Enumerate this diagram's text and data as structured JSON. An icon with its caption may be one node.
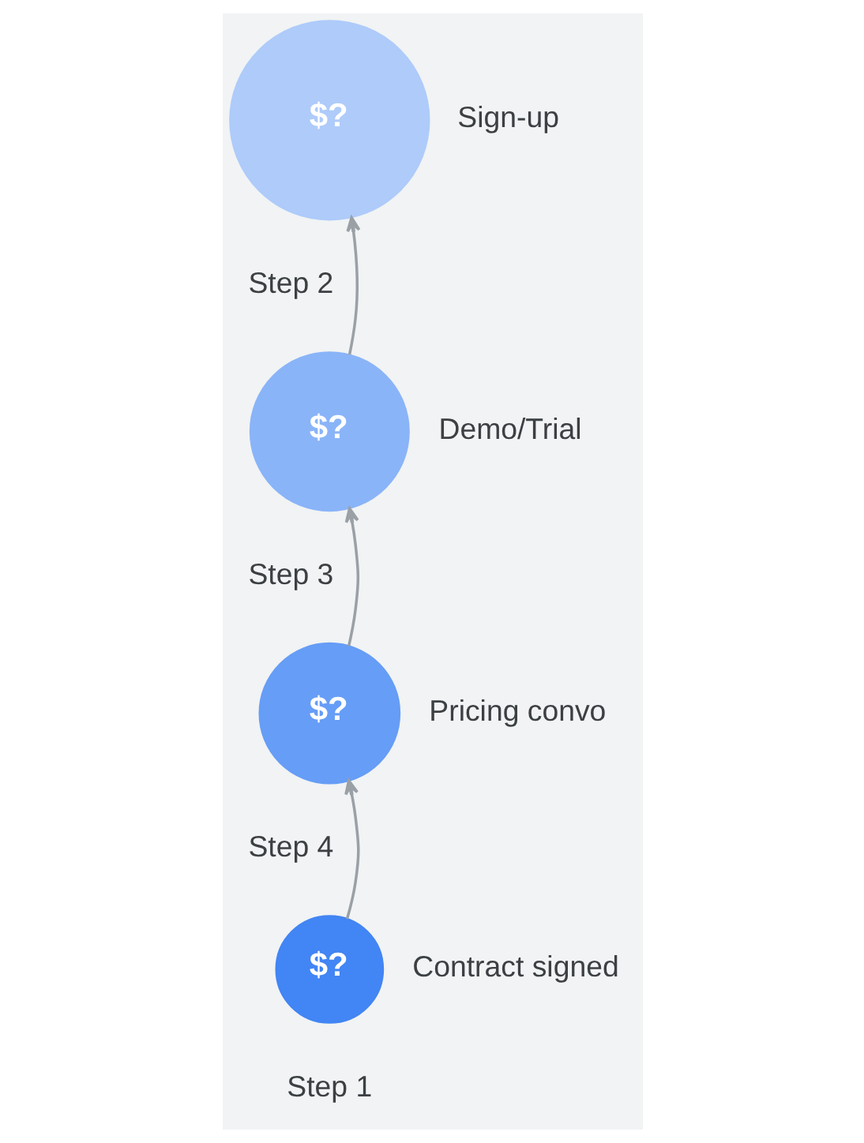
{
  "diagram": {
    "nodes": [
      {
        "text": [
          "$?"
        ],
        "beside": [
          "Sign-up"
        ]
      },
      {
        "text": [
          "$?"
        ],
        "beside": [
          "Demo/Trial"
        ]
      },
      {
        "text": [
          "$?"
        ],
        "beside": [
          "Pricing convo"
        ]
      },
      {
        "text": [
          "$?"
        ],
        "beside": [
          "Contract signed"
        ]
      }
    ],
    "edges": [
      {
        "from": 3,
        "to": 2,
        "arrow": "to"
      },
      {
        "from": 2,
        "to": 1,
        "arrow": "to"
      },
      {
        "from": 1,
        "to": 0,
        "arrow": "to"
      }
    ],
    "labels": [
      "Step 2",
      "Step 3",
      "Step 4",
      "Step 1"
    ]
  }
}
